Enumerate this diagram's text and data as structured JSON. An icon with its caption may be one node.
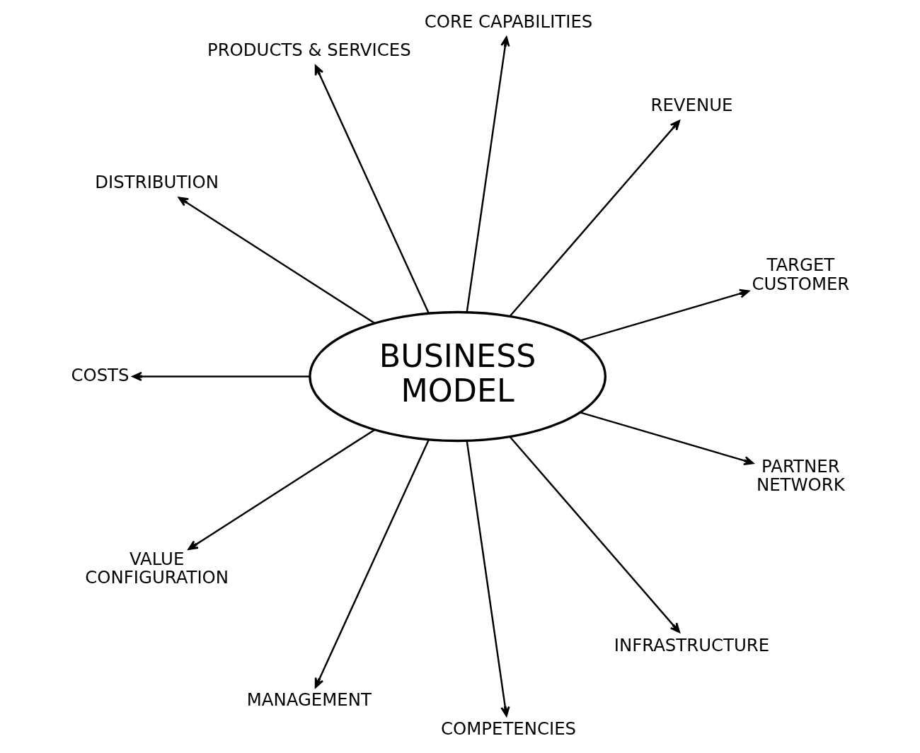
{
  "diagram": {
    "nodes": [
      {
        "text": [
          "BUSINESS MODEL"
        ]
      },
      {
        "text": [
          "PRODUCTS & SERVICES"
        ]
      },
      {
        "text": [
          "CORE CAPABILITIES"
        ]
      },
      {
        "text": [
          "DISTRIBUTION"
        ]
      },
      {
        "text": [
          "REVENUE"
        ]
      },
      {
        "text": [
          "COSTS"
        ]
      },
      {
        "text": [
          "TARGET CUSTOMER"
        ]
      },
      {
        "text": [
          "VALUE CONFIGURATION"
        ]
      },
      {
        "text": [
          "PARTNER NETWORK"
        ]
      },
      {
        "text": [
          "COMPETENCIES"
        ]
      },
      {
        "text": [
          "MANAGEMENT"
        ]
      },
      {
        "text": [
          "INFRASTRUCTURE"
        ]
      }
    ],
    "edges": [
      {
        "from": 0,
        "to": 1,
        "arrow": "to"
      },
      {
        "from": 0,
        "to": 2,
        "arrow": "to"
      },
      {
        "from": 0,
        "to": 4,
        "arrow": "to"
      },
      {
        "from": 0,
        "to": 6,
        "arrow": "to"
      },
      {
        "from": 0,
        "to": 8,
        "arrow": "to"
      },
      {
        "from": 0,
        "to": 11,
        "arrow": "to"
      },
      {
        "from": 0,
        "to": 9,
        "arrow": "to"
      },
      {
        "from": 0,
        "to": 10,
        "arrow": "to"
      },
      {
        "from": 0,
        "to": 7,
        "arrow": "to"
      },
      {
        "from": 0,
        "to": 5,
        "arrow": "to"
      },
      {
        "from": 0,
        "to": 3,
        "arrow": "to"
      }
    ]
  }
}
